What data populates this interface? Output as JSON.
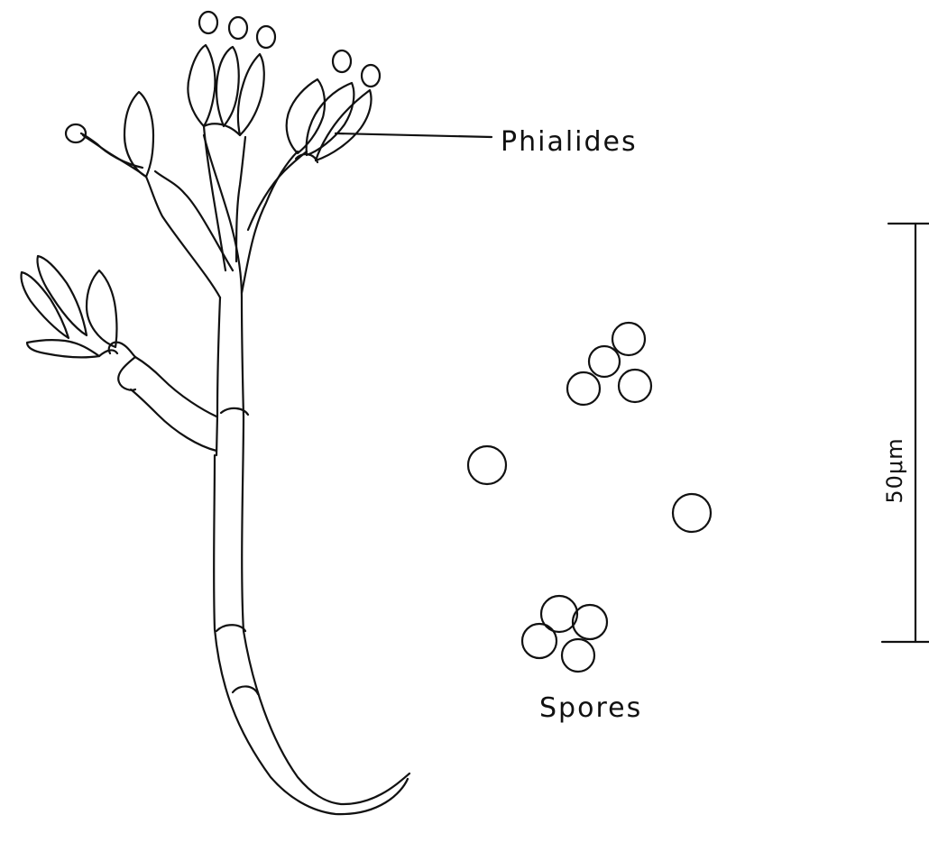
{
  "labels": {
    "phialides": "Phialides",
    "spores": "Spores",
    "scale_bar": "50μm"
  }
}
